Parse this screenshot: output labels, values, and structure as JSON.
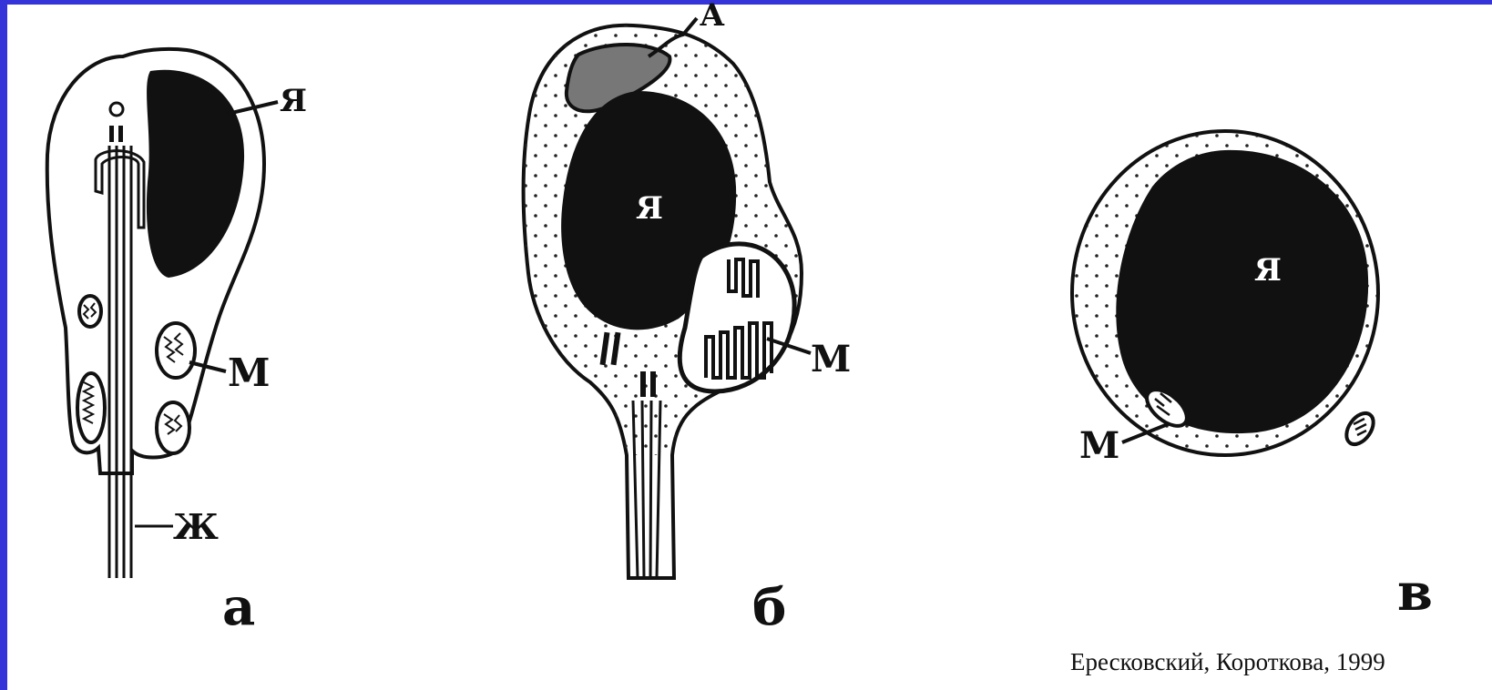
{
  "panels": {
    "a": {
      "letter": "а",
      "labels": {
        "nucleus": "Я",
        "mitochondrion": "М",
        "flagellum": "Ж"
      }
    },
    "b": {
      "letter": "б",
      "labels": {
        "acrosome": "А",
        "nucleus": "Я",
        "mitochondrion": "М"
      }
    },
    "v": {
      "letter": "в",
      "labels": {
        "nucleus": "Я",
        "mitochondrion": "М"
      }
    }
  },
  "credit": "Ересковский, Короткова, 1999",
  "colors": {
    "border": "#3434d8",
    "background": "#ffffff",
    "ink": "#111111",
    "acrosome": "#777777"
  }
}
